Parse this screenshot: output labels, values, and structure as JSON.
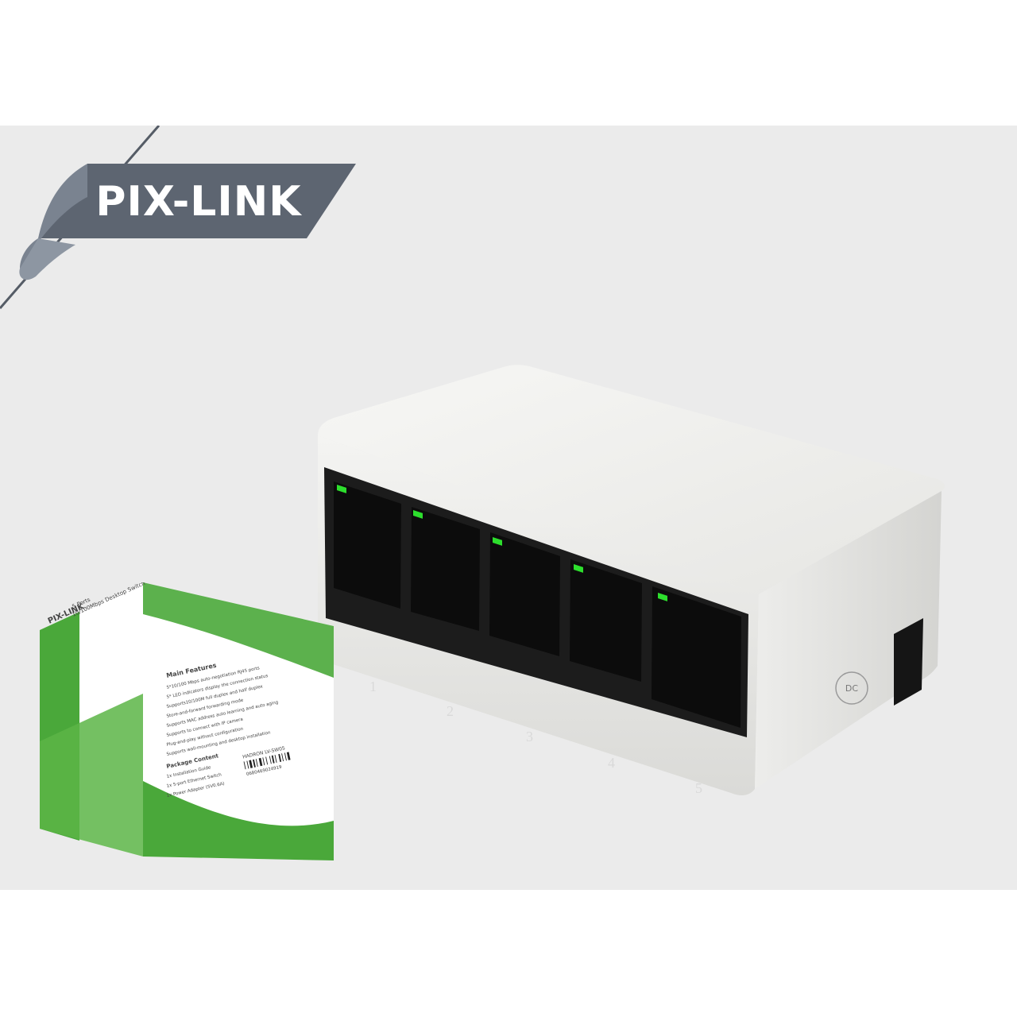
{
  "brand": {
    "logo_text": "PIX-LINK",
    "banner_color": "#5d6571"
  },
  "switch": {
    "port_numbers": [
      "1",
      "2",
      "3",
      "4",
      "5"
    ],
    "dc_label": "DC",
    "led_color": "#2dde2d",
    "body_color": "#f2f2f0"
  },
  "box": {
    "brand": "PIX-LINK",
    "title_line1": "5 Ports",
    "title_line2": "10/100Mbps Desktop Switch",
    "features_heading": "Main Features",
    "features": [
      "5*10/100 Mbps auto-negotiation RJ45 ports",
      "5* LED indicators display the connection status",
      "Supports10/100M full duplex and half duplex",
      "Store-and-forward forwarding mode",
      "Supports MAC address auto learning and auto aging",
      "Supports to connect with IP camera",
      "Plug-and-play without configuration",
      "Supports wall-mounting and desktop installation"
    ],
    "package_heading": "Package Content",
    "package_items": [
      "1x Installation Guide",
      "1x 5-port Ethernet Switch",
      "1x Power Adapter (5V0.6A)"
    ],
    "model_label": "HADRON LV-SW05",
    "barcode_number": "0680469024919",
    "accent_color": "#4aa83a"
  }
}
